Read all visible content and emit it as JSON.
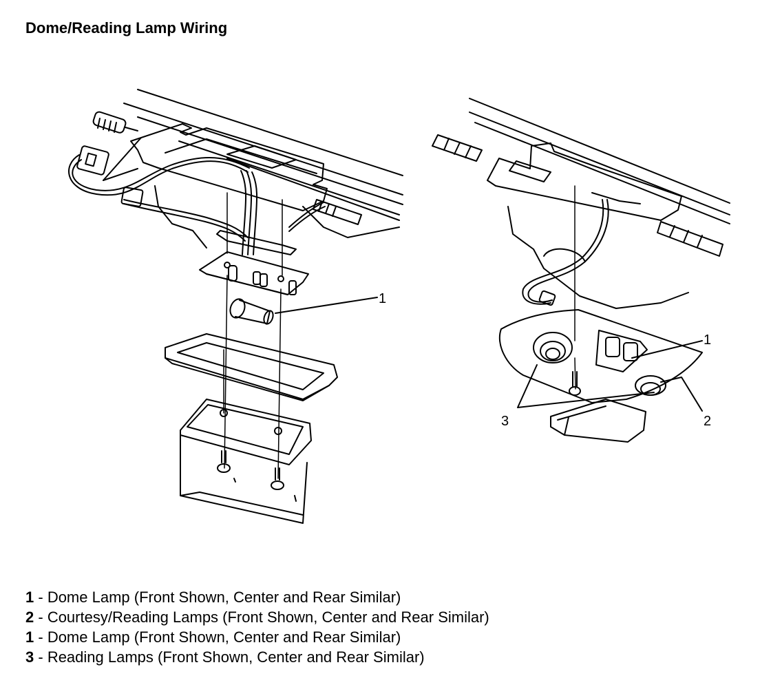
{
  "title": "Dome/Reading Lamp Wiring",
  "callouts": {
    "left_1": "1",
    "right_1": "1",
    "right_2": "2",
    "right_3": "3"
  },
  "legend": [
    {
      "num": "1",
      "sep": " - ",
      "text": "Dome Lamp (Front Shown, Center and Rear Similar)"
    },
    {
      "num": "2",
      "sep": " - ",
      "text": "Courtesy/Reading Lamps (Front Shown, Center and Rear Similar)"
    },
    {
      "num": "1",
      "sep": " - ",
      "text": "Dome Lamp (Front Shown, Center and Rear Similar)"
    },
    {
      "num": "3",
      "sep": " - ",
      "text": "Reading Lamps (Front Shown, Center and Rear Similar)"
    }
  ]
}
